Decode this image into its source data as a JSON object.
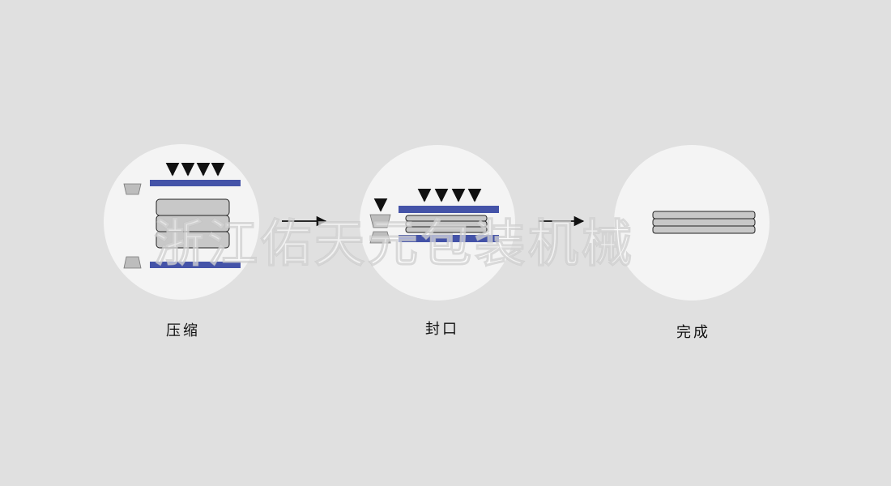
{
  "steps": [
    {
      "label": "压缩"
    },
    {
      "label": "封口"
    },
    {
      "label": "完成"
    }
  ],
  "watermark": "浙江佑天元包装机械",
  "colors": {
    "background": "#e0e0e0",
    "circle": "#f4f4f4",
    "press_plate": "#4453a8",
    "product_fill": "#c8c8c8",
    "product_stroke": "#222222",
    "sealer": "#bdbdbd",
    "arrow": "#111111"
  }
}
